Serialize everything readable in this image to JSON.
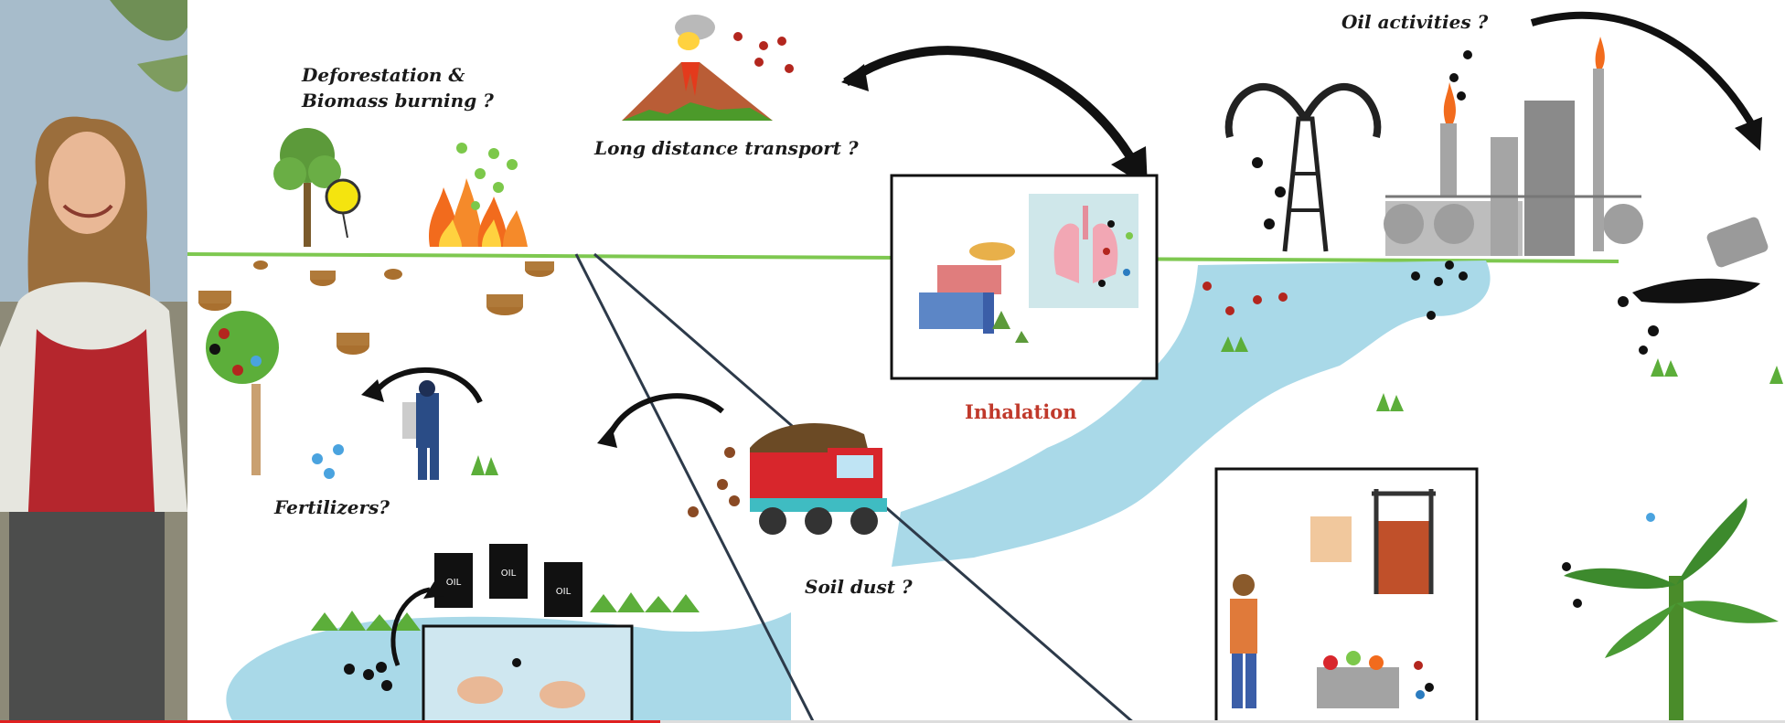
{
  "labels": {
    "deforestation": "Deforestation &",
    "biomass": "Biomass burning ?",
    "long_distance": "Long distance transport ?",
    "oil_activities": "Oil activities ?",
    "inhalation": "Inhalation",
    "fertilizers": "Fertilizers?",
    "soil_dust": "Soil dust ?",
    "oil_barrel": "OIL"
  },
  "colors": {
    "ground_line": "#7ec850",
    "water": "#a9d9e8",
    "arrow": "#111111",
    "inhalation": "#c0392b",
    "fire": "#f26b1d",
    "truck": "#d8262c"
  },
  "video_progress": 0.37
}
